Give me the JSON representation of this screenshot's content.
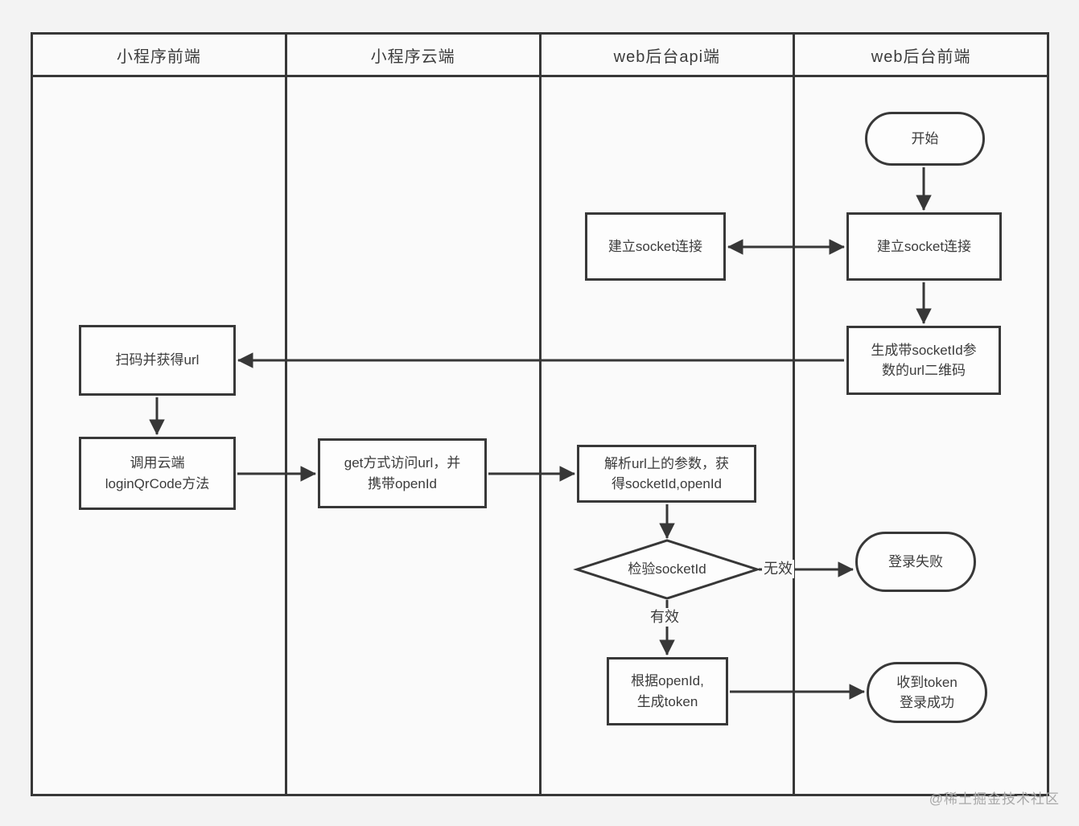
{
  "lanes": [
    {
      "label": "小程序前端"
    },
    {
      "label": "小程序云端"
    },
    {
      "label": "web后台api端"
    },
    {
      "label": "web后台前端"
    }
  ],
  "nodes": {
    "start": "开始",
    "api_establish_socket": "建立socket连接",
    "web_establish_socket": "建立socket连接",
    "generate_qrcode": "生成带socketId参\n数的url二维码",
    "scan_qrcode": "扫码并获得url",
    "call_cloud_fn": "调用云端\nloginQrCode方法",
    "get_request": "get方式访问url，并\n携带openId",
    "parse_url": "解析url上的参数，获\n得socketId,openId",
    "check_socketid": "检验socketId",
    "login_fail": "登录失败",
    "generate_token": "根据openId,\n生成token",
    "login_success": "收到token\n登录成功"
  },
  "edge_labels": {
    "invalid": "无效",
    "valid": "有效"
  },
  "watermark": "@稀土掘金技术社区",
  "colors": {
    "line": "#373737",
    "box_fill": "#fdfdfd",
    "lane_fill": "#fafafa",
    "background": "#f3f3f3"
  }
}
